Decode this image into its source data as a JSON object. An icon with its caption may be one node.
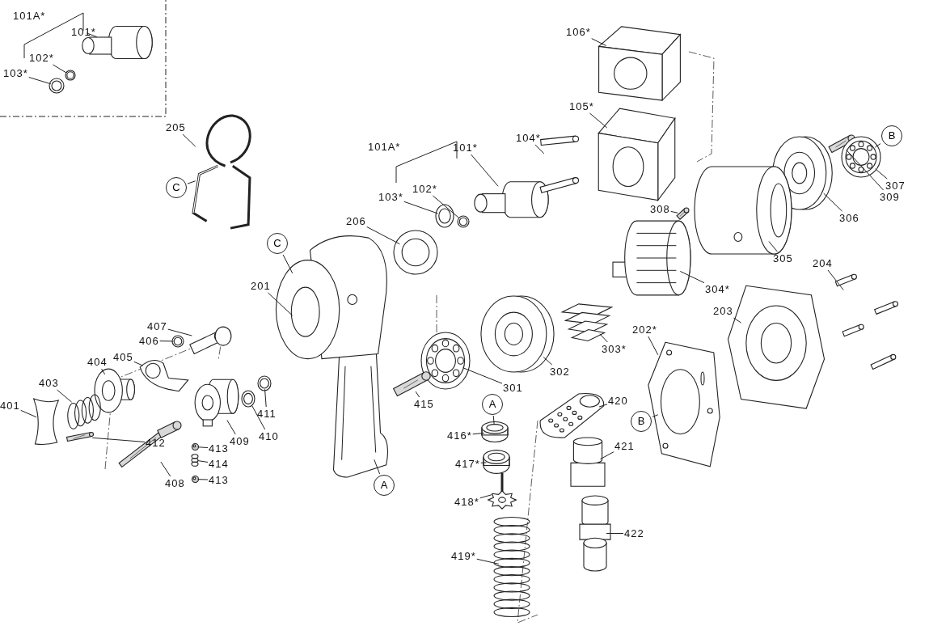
{
  "diagram": {
    "nodes": [
      {
        "text": [
          "101*"
        ]
      },
      {
        "text": [],
        "shape": "picture"
      },
      {
        "text": [
          "102*"
        ]
      },
      {
        "text": [],
        "shape": "picture"
      },
      {
        "text": [
          "103*"
        ]
      },
      {
        "text": [],
        "shape": "picture"
      },
      {
        "text": [
          "205"
        ]
      },
      {
        "text": [],
        "shape": "picture"
      },
      {
        "text": [
          "C"
        ]
      },
      {
        "text": [
          "101*"
        ]
      },
      {
        "text": [],
        "shape": "picture"
      },
      {
        "text": [
          "102*"
        ]
      },
      {
        "text": [],
        "shape": "picture"
      },
      {
        "text": [
          "103*"
        ]
      },
      {
        "text": [],
        "shape": "picture"
      },
      {
        "text": [
          "104*"
        ]
      },
      {
        "text": [],
        "shape": "picture"
      },
      {
        "text": [
          "105*"
        ]
      },
      {
        "text": [],
        "shape": "picture"
      },
      {
        "text": [
          "106*"
        ]
      },
      {
        "text": [],
        "shape": "picture"
      },
      {
        "text": [
          "206"
        ]
      },
      {
        "text": [],
        "shape": "picture"
      },
      {
        "text": [
          "201"
        ]
      },
      {
        "text": [],
        "shape": "picture"
      },
      {
        "text": [
          "C"
        ]
      },
      {
        "text": [
          "A"
        ]
      },
      {
        "text": [
          "308"
        ]
      },
      {
        "text": [],
        "shape": "picture"
      },
      {
        "text": [
          "309"
        ]
      },
      {
        "text": [],
        "shape": "picture"
      },
      {
        "text": [
          "307"
        ]
      },
      {
        "text": [],
        "shape": "picture"
      },
      {
        "text": [
          "B"
        ]
      },
      {
        "text": [
          "306"
        ]
      },
      {
        "text": [],
        "shape": "picture"
      },
      {
        "text": [
          "305"
        ]
      },
      {
        "text": [],
        "shape": "picture"
      },
      {
        "text": [
          "304*"
        ]
      },
      {
        "text": [],
        "shape": "picture"
      },
      {
        "text": [
          "204"
        ]
      },
      {
        "text": [],
        "shape": "picture"
      },
      {
        "text": [
          "203"
        ]
      },
      {
        "text": [],
        "shape": "picture"
      },
      {
        "text": [
          "303*"
        ]
      },
      {
        "text": [],
        "shape": "picture"
      },
      {
        "text": [
          "202*"
        ]
      },
      {
        "text": [],
        "shape": "picture"
      },
      {
        "text": [
          "B"
        ]
      },
      {
        "text": [
          "302"
        ]
      },
      {
        "text": [],
        "shape": "picture"
      },
      {
        "text": [
          "301"
        ]
      },
      {
        "text": [],
        "shape": "picture"
      },
      {
        "text": [
          "407"
        ]
      },
      {
        "text": [],
        "shape": "picture"
      },
      {
        "text": [
          "406"
        ]
      },
      {
        "text": [],
        "shape": "picture"
      },
      {
        "text": [
          "405"
        ]
      },
      {
        "text": [],
        "shape": "picture"
      },
      {
        "text": [
          "404"
        ]
      },
      {
        "text": [],
        "shape": "picture"
      },
      {
        "text": [
          "403"
        ]
      },
      {
        "text": [],
        "shape": "picture"
      },
      {
        "text": [
          "401"
        ]
      },
      {
        "text": [],
        "shape": "picture"
      },
      {
        "text": [
          "412"
        ]
      },
      {
        "text": [],
        "shape": "picture"
      },
      {
        "text": [
          "408"
        ]
      },
      {
        "text": [],
        "shape": "picture"
      },
      {
        "text": [
          "409"
        ]
      },
      {
        "text": [],
        "shape": "picture"
      },
      {
        "text": [
          "413"
        ]
      },
      {
        "text": [],
        "shape": "picture"
      },
      {
        "text": [
          "414"
        ]
      },
      {
        "text": [],
        "shape": "picture"
      },
      {
        "text": [
          "413"
        ]
      },
      {
        "text": [],
        "shape": "picture"
      },
      {
        "text": [
          "410"
        ]
      },
      {
        "text": [],
        "shape": "picture"
      },
      {
        "text": [
          "411"
        ]
      },
      {
        "text": [],
        "shape": "picture"
      },
      {
        "text": [
          "415"
        ]
      },
      {
        "text": [],
        "shape": "picture"
      },
      {
        "text": [
          "A"
        ]
      },
      {
        "text": [
          "416*"
        ]
      },
      {
        "text": [],
        "shape": "picture"
      },
      {
        "text": [
          "417*"
        ]
      },
      {
        "text": [],
        "shape": "picture"
      },
      {
        "text": [
          "418*"
        ]
      },
      {
        "text": [],
        "shape": "picture"
      },
      {
        "text": [
          "419*"
        ]
      },
      {
        "text": [],
        "shape": "picture"
      },
      {
        "text": [
          "420"
        ]
      },
      {
        "text": [],
        "shape": "picture"
      },
      {
        "text": [
          "421"
        ]
      },
      {
        "text": [],
        "shape": "picture"
      },
      {
        "text": [
          "422"
        ]
      },
      {
        "text": [],
        "shape": "picture"
      }
    ],
    "edges": [
      {
        "from": 0,
        "to": 1,
        "arrow": "none"
      },
      {
        "from": 2,
        "to": 3,
        "arrow": "none"
      },
      {
        "from": 4,
        "to": 5,
        "arrow": "none"
      },
      {
        "from": 6,
        "to": 7,
        "arrow": "none"
      },
      {
        "from": 8,
        "to": 7,
        "arrow": "none"
      },
      {
        "from": 9,
        "to": 10,
        "arrow": "none"
      },
      {
        "from": 11,
        "to": 12,
        "arrow": "none"
      },
      {
        "from": 13,
        "to": 14,
        "arrow": "none"
      },
      {
        "from": 15,
        "to": 16,
        "arrow": "none"
      },
      {
        "from": 17,
        "to": 18,
        "arrow": "none"
      },
      {
        "from": 19,
        "to": 20,
        "arrow": "none"
      },
      {
        "from": 21,
        "to": 22,
        "arrow": "none"
      },
      {
        "from": 23,
        "to": 24,
        "arrow": "none"
      },
      {
        "from": 25,
        "to": 24,
        "arrow": "none"
      },
      {
        "from": 26,
        "to": 24,
        "arrow": "none"
      },
      {
        "from": 27,
        "to": 28,
        "arrow": "none"
      },
      {
        "from": 29,
        "to": 30,
        "arrow": "none"
      },
      {
        "from": 31,
        "to": 32,
        "arrow": "none"
      },
      {
        "from": 33,
        "to": 32,
        "arrow": "none"
      },
      {
        "from": 34,
        "to": 35,
        "arrow": "none"
      },
      {
        "from": 36,
        "to": 37,
        "arrow": "none"
      },
      {
        "from": 38,
        "to": 39,
        "arrow": "none"
      },
      {
        "from": 40,
        "to": 41,
        "arrow": "none"
      },
      {
        "from": 42,
        "to": 43,
        "arrow": "none"
      },
      {
        "from": 44,
        "to": 45,
        "arrow": "none"
      },
      {
        "from": 46,
        "to": 47,
        "arrow": "none"
      },
      {
        "from": 48,
        "to": 47,
        "arrow": "none"
      },
      {
        "from": 49,
        "to": 50,
        "arrow": "none"
      },
      {
        "from": 51,
        "to": 52,
        "arrow": "none"
      },
      {
        "from": 53,
        "to": 54,
        "arrow": "none"
      },
      {
        "from": 55,
        "to": 56,
        "arrow": "none"
      },
      {
        "from": 57,
        "to": 58,
        "arrow": "none"
      },
      {
        "from": 59,
        "to": 60,
        "arrow": "none"
      },
      {
        "from": 61,
        "to": 62,
        "arrow": "none"
      },
      {
        "from": 63,
        "to": 64,
        "arrow": "none"
      },
      {
        "from": 65,
        "to": 66,
        "arrow": "none"
      },
      {
        "from": 67,
        "to": 68,
        "arrow": "none"
      },
      {
        "from": 69,
        "to": 70,
        "arrow": "none"
      },
      {
        "from": 71,
        "to": 72,
        "arrow": "none"
      },
      {
        "from": 73,
        "to": 74,
        "arrow": "none"
      },
      {
        "from": 75,
        "to": 76,
        "arrow": "none"
      },
      {
        "from": 77,
        "to": 78,
        "arrow": "none"
      },
      {
        "from": 79,
        "to": 80,
        "arrow": "none"
      },
      {
        "from": 81,
        "to": 82,
        "arrow": "none"
      },
      {
        "from": 83,
        "to": 85,
        "arrow": "none"
      },
      {
        "from": 84,
        "to": 85,
        "arrow": "none"
      },
      {
        "from": 86,
        "to": 87,
        "arrow": "none"
      },
      {
        "from": 88,
        "to": 89,
        "arrow": "none"
      },
      {
        "from": 90,
        "to": 91,
        "arrow": "none"
      },
      {
        "from": 92,
        "to": 93,
        "arrow": "none"
      },
      {
        "from": 94,
        "to": 95,
        "arrow": "none"
      },
      {
        "from": 96,
        "to": 97,
        "arrow": "none"
      }
    ],
    "labels": [
      "101A*",
      "101A*"
    ]
  }
}
